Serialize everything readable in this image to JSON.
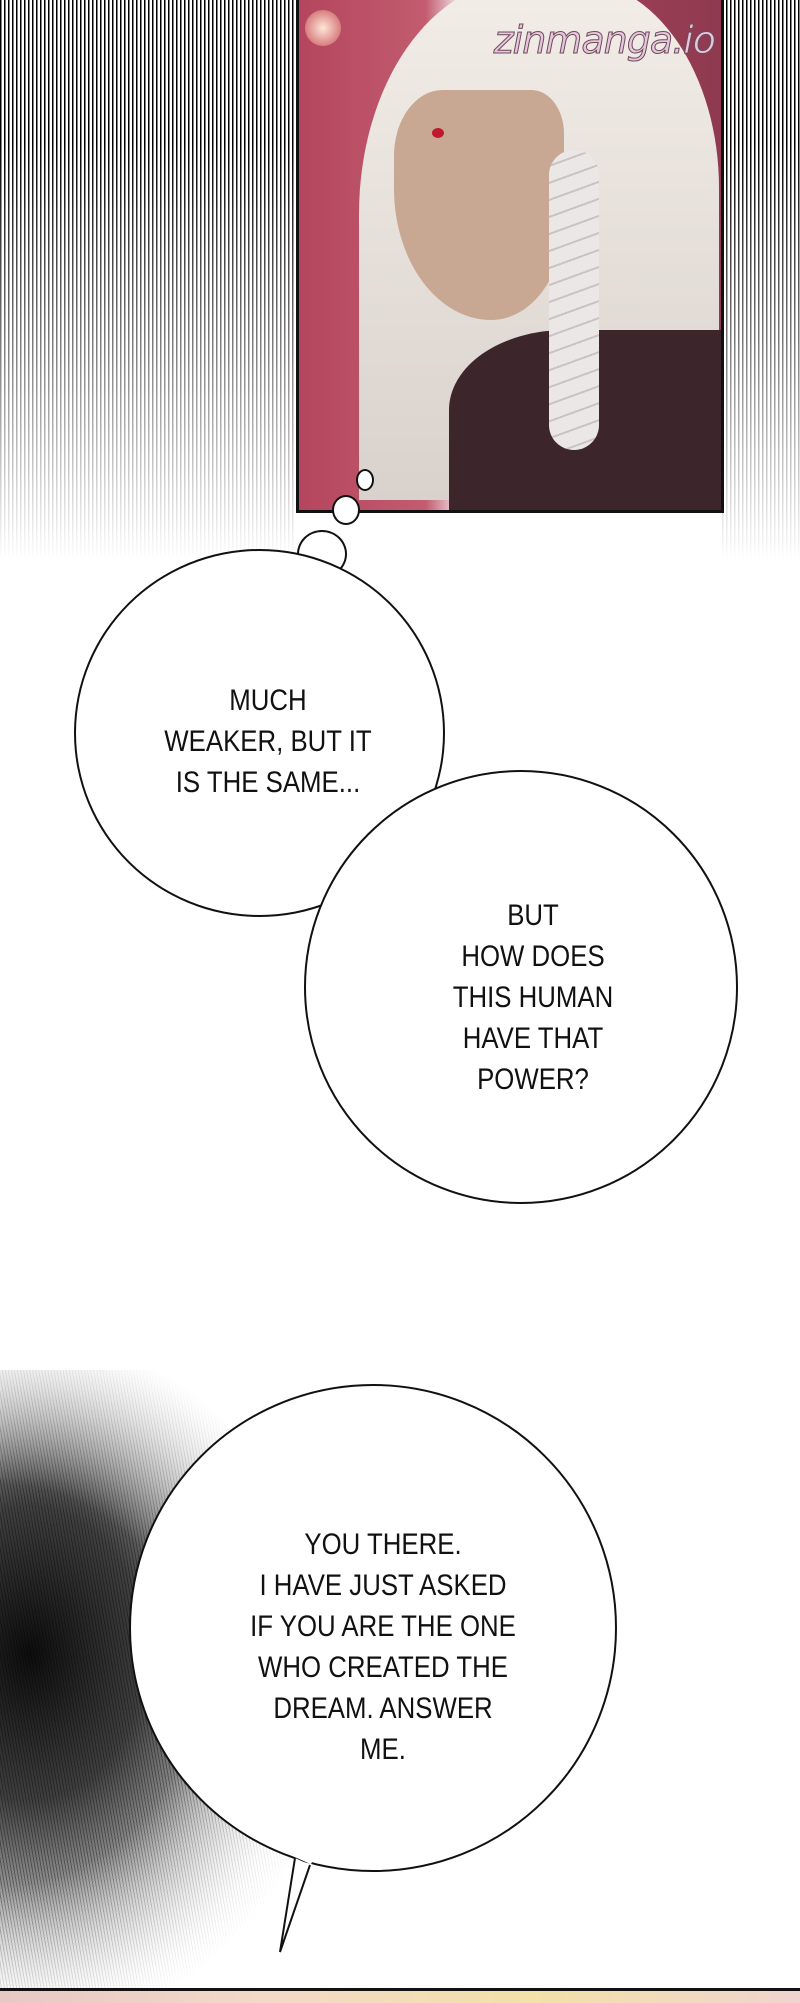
{
  "watermark": "zinmanga.io",
  "bubbles": [
    {
      "lines": [
        "MUCH",
        "WEAKER, BUT IT",
        "IS THE SAME..."
      ]
    },
    {
      "lines": [
        "BUT",
        "HOW DOES",
        "THIS HUMAN",
        "HAVE THAT",
        "POWER?"
      ]
    },
    {
      "lines": [
        "YOU THERE.",
        "I HAVE JUST ASKED",
        "IF YOU ARE THE ONE",
        "WHO CREATED THE",
        "DREAM. ANSWER",
        "ME."
      ]
    }
  ]
}
